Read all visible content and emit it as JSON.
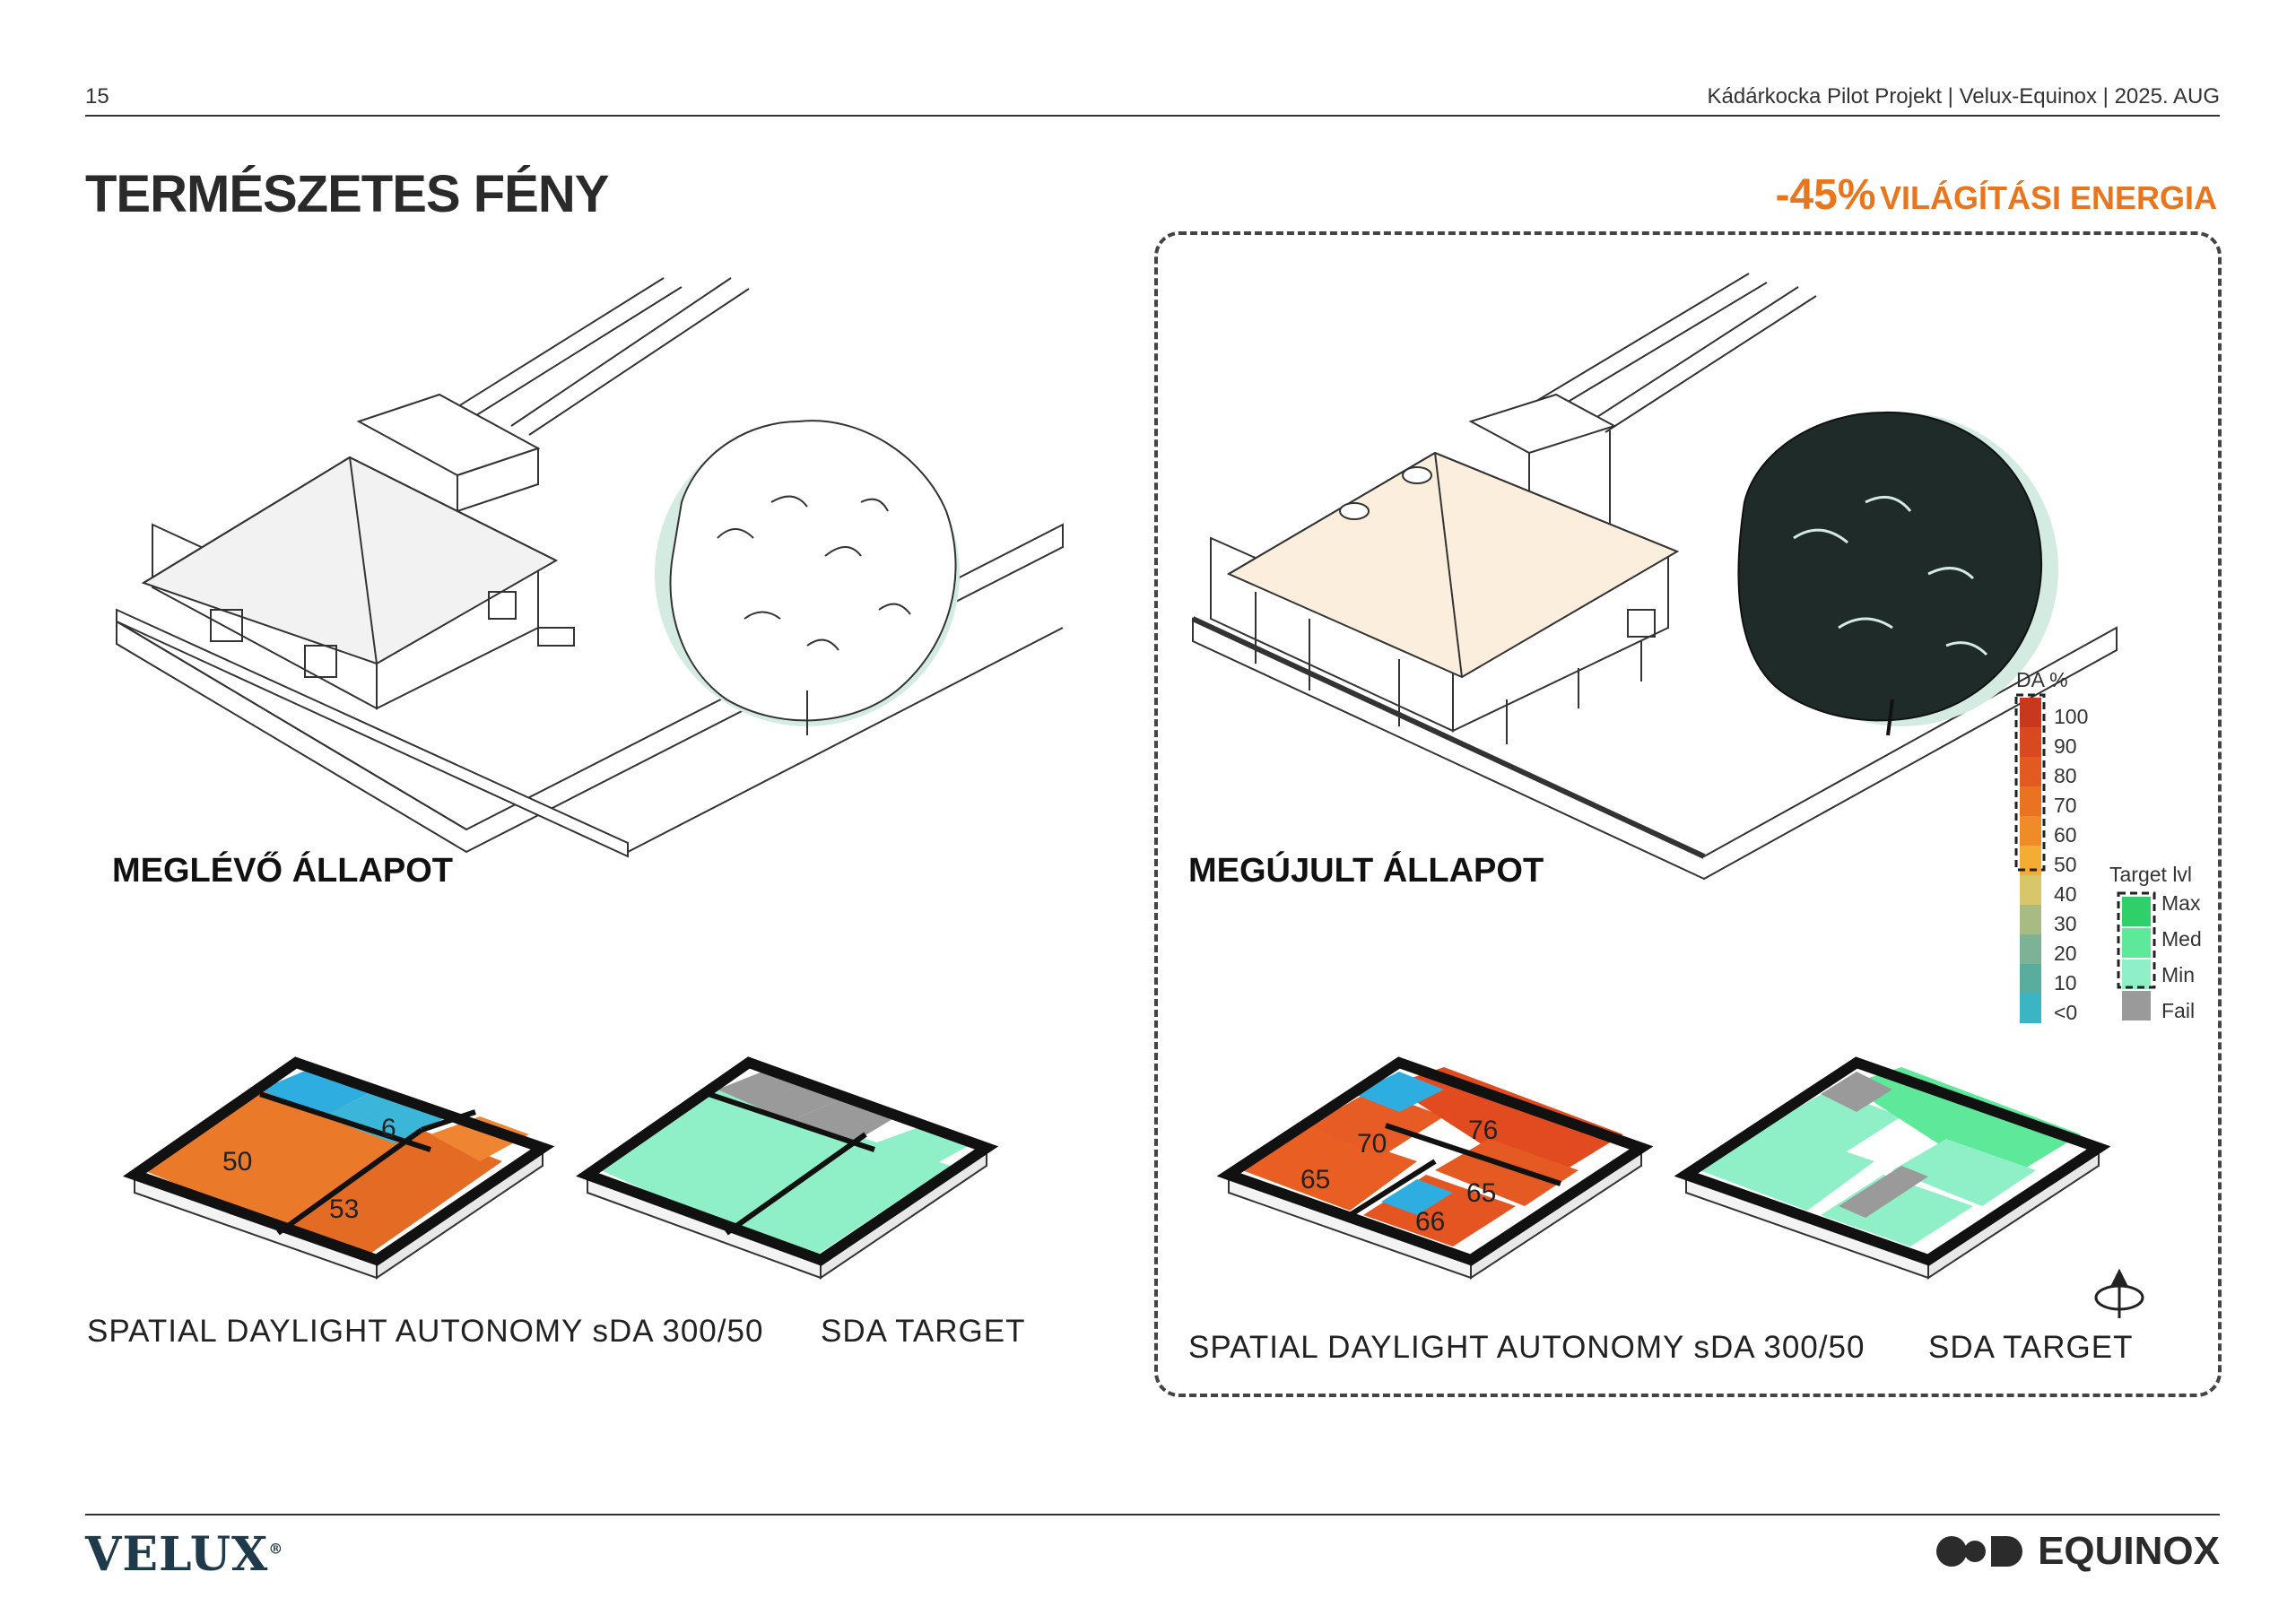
{
  "header": {
    "page_number": "15",
    "project_line": "Kádárkocka Pilot Projekt | Velux-Equinox | 2025. AUG"
  },
  "title": "TERMÉSZETES FÉNY",
  "badge": {
    "percent": "-45%",
    "text": "VILÁGÍTÁSI ENERGIA"
  },
  "left_panel": {
    "state_label": "MEGLÉVŐ ÁLLAPOT",
    "sda_caption": "SPATIAL DAYLIGHT AUTONOMY sDA 300/50",
    "target_caption": "SDA TARGET",
    "room_values": [
      "50",
      "6",
      "53"
    ]
  },
  "right_panel": {
    "state_label": "MEGÚJULT ÁLLAPOT",
    "sda_caption": "SPATIAL DAYLIGHT AUTONOMY sDA 300/50",
    "target_caption": "SDA TARGET",
    "room_values": [
      "70",
      "76",
      "65",
      "65",
      "66"
    ]
  },
  "da_legend": {
    "title": "DA %",
    "labels": [
      "100",
      "90",
      "80",
      "70",
      "60",
      "50",
      "40",
      "30",
      "20",
      "10",
      "<0"
    ],
    "colors": [
      "#c9371e",
      "#d9481f",
      "#e35a20",
      "#ea7322",
      "#f08c27",
      "#f4ad32",
      "#d7c66a",
      "#a7bb82",
      "#7cb396",
      "#58ad9f",
      "#3bb5c4"
    ]
  },
  "target_legend": {
    "title": "Target lvl",
    "labels": [
      "Max",
      "Med",
      "Min",
      "Fail"
    ],
    "colors": [
      "#2fcf6a",
      "#5ee89a",
      "#8ff0c8",
      "#9a9a9a"
    ]
  },
  "footer": {
    "left_logo": "VELUX",
    "right_logo": "EQUINOX"
  },
  "colors": {
    "accent": "#e8761e",
    "tree_fill": "#d4ebe2",
    "roof_new": "#fbeedd"
  }
}
